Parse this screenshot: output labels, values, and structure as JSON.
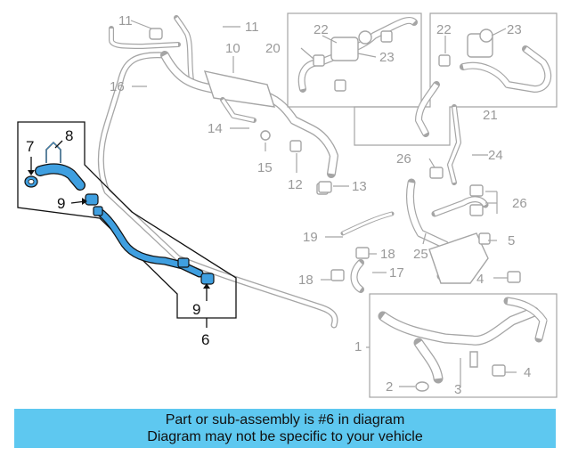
{
  "callouts": {
    "c1": "1",
    "c2": "2",
    "c3": "3",
    "c4a": "4",
    "c4b": "4",
    "c5": "5",
    "c6": "6",
    "c7": "7",
    "c8": "8",
    "c9a": "9",
    "c9b": "9",
    "c10": "10",
    "c11a": "11",
    "c11b": "11",
    "c12": "12",
    "c13": "13",
    "c14": "14",
    "c15": "15",
    "c16": "16",
    "c17": "17",
    "c18a": "18",
    "c18b": "18",
    "c19": "19",
    "c20": "20",
    "c21": "21",
    "c22a": "22",
    "c22b": "22",
    "c23a": "23",
    "c23b": "23",
    "c24": "24",
    "c25": "25",
    "c26a": "26",
    "c26b": "26"
  },
  "colors": {
    "highlight": "#3f9fe0",
    "banner": "#5ec8f0",
    "gray": "#a5a5a5"
  },
  "banner": {
    "line1": "Part or sub-assembly is #6 in diagram",
    "line2": "Diagram may not be specific to your vehicle"
  }
}
